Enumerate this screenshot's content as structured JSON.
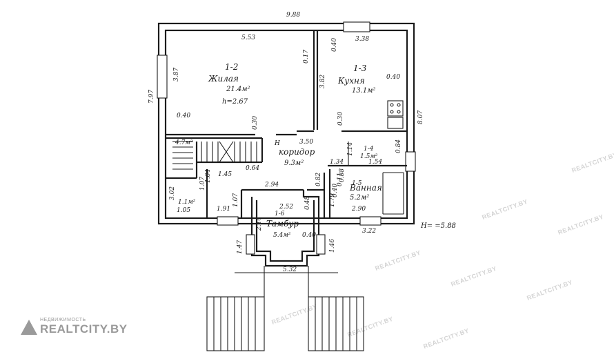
{
  "overall_width": "9.88",
  "overall_depth_left": "7.97",
  "overall_depth_right": "8.07",
  "ceiling_note": "H= =5.88",
  "rooms": [
    {
      "id": "1-2",
      "name": "Жилая",
      "area": "21.4м²",
      "height": "h=2.67"
    },
    {
      "id": "1-3",
      "name": "Кухня",
      "area": "13.1м²"
    },
    {
      "id": "",
      "name": "коридор",
      "area": "9.3м²"
    },
    {
      "id": "1-4",
      "area": "1.5м²"
    },
    {
      "id": "1-5",
      "name": "Ванная",
      "area": "5.2м²"
    },
    {
      "id": "1-6",
      "name": "Тамбур",
      "area": "5.4м²"
    },
    {
      "area": "4.7м²"
    },
    {
      "area": "1.1м²"
    }
  ],
  "dims": {
    "living_width": "5.53",
    "living_depth": "3.87",
    "living_wall": "0.40",
    "living_partition": "0.17",
    "living_door": "0.30",
    "kitchen_width": "3.38",
    "kitchen_wall_top": "0.40",
    "kitchen_wall_right": "0.40",
    "kitchen_depth": "3.82",
    "kitchen_door": "0.30",
    "corridor_width": "3.50",
    "corridor_marker": "H",
    "corridor_left": "1.34",
    "corridor_right": "1.14",
    "wc_width": "1.54",
    "wc_depth": "0.84",
    "stair_a": "1.64",
    "stair_b": "1.45",
    "stair_c": "0.64",
    "closet_depth": "3.02",
    "closet_width": "1.05",
    "closet_door": "1.07",
    "hall_len": "1.91",
    "hall_door": "1.07",
    "vest_top": "2.94",
    "vest_width": "2.52",
    "vest_depth": "2.14",
    "vest_right": "0.82",
    "vest_door": "0.40",
    "vest_door_b": "0.48",
    "bath_wall": "0.88",
    "bath_left": "0.40",
    "bath_partition": "0.11",
    "bath_depth": "1.79",
    "bath_width": "2.90",
    "right_bottom": "3.22",
    "porch_left": "1.47",
    "porch_right": "1.46",
    "porch_width": "5.32"
  },
  "watermark": {
    "brand_small": "НЕДВИЖИМОСТЬ",
    "brand_big": "REALTCITY.BY",
    "tile": "REALTCITY.BY"
  }
}
